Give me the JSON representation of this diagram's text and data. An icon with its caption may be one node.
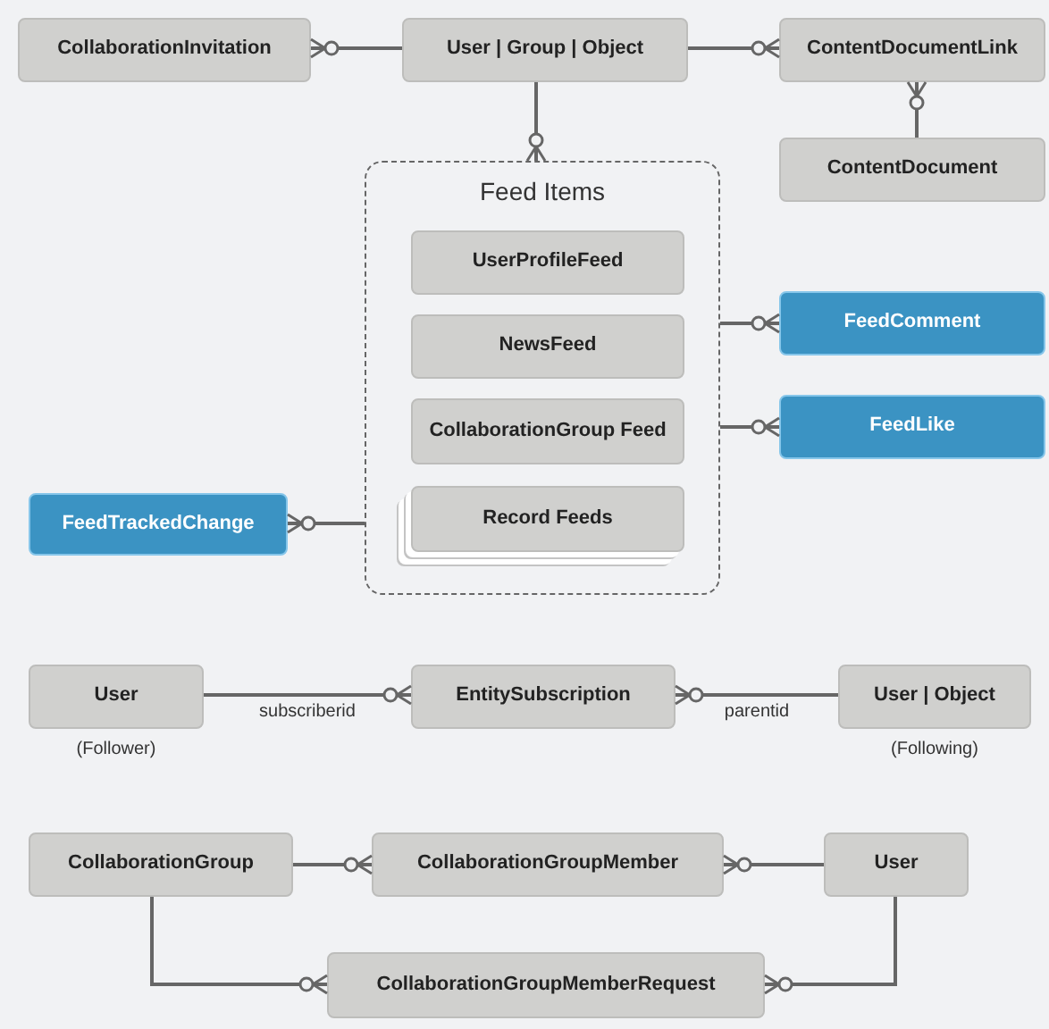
{
  "diagram": {
    "nodes": [
      {
        "text": [
          "CollaborationInvitation"
        ]
      },
      {
        "text": [
          "User | Group | Object"
        ]
      },
      {
        "text": [
          "ContentDocumentLink"
        ]
      },
      {
        "text": [
          "ContentDocument"
        ]
      },
      {
        "text": [
          "Feed Items"
        ]
      },
      {
        "text": [
          "UserProfileFeed"
        ],
        "in": 4
      },
      {
        "text": [
          "NewsFeed"
        ],
        "in": 4
      },
      {
        "text": [
          "CollaborationGroup Feed"
        ],
        "in": 4
      },
      {
        "text": [
          "Record Feeds"
        ],
        "in": 4
      },
      {
        "text": [
          "FeedComment"
        ]
      },
      {
        "text": [
          "FeedLike"
        ]
      },
      {
        "text": [
          "FeedTrackedChange"
        ]
      },
      {
        "text": [
          "User"
        ],
        "beside": [
          "(Follower)"
        ]
      },
      {
        "text": [
          "EntitySubscription"
        ]
      },
      {
        "text": [
          "User | Object"
        ],
        "beside": [
          "(Following)"
        ]
      },
      {
        "text": [
          "CollaborationGroup"
        ]
      },
      {
        "text": [
          "CollaborationGroupMember"
        ]
      },
      {
        "text": [
          "User"
        ]
      },
      {
        "text": [
          "CollaborationGroupMemberRequest"
        ]
      }
    ],
    "edges": [
      {
        "from": 1,
        "to": 0,
        "arrow": "other"
      },
      {
        "from": 1,
        "to": 2,
        "arrow": "other"
      },
      {
        "from": 3,
        "to": 2,
        "arrow": "other"
      },
      {
        "from": 1,
        "to": 4,
        "arrow": "other"
      },
      {
        "from": 4,
        "to": 9,
        "arrow": "other"
      },
      {
        "from": 4,
        "to": 10,
        "arrow": "other"
      },
      {
        "from": 4,
        "to": 11,
        "arrow": "other"
      },
      {
        "from": 12,
        "to": 13,
        "arrow": "other",
        "label": "subscriberid"
      },
      {
        "from": 14,
        "to": 13,
        "arrow": "other",
        "label": "parentid"
      },
      {
        "from": 15,
        "to": 16,
        "arrow": "other"
      },
      {
        "from": 17,
        "to": 16,
        "arrow": "other"
      },
      {
        "from": 15,
        "to": 18,
        "arrow": "other"
      },
      {
        "from": 17,
        "to": 18,
        "arrow": "other"
      }
    ]
  }
}
